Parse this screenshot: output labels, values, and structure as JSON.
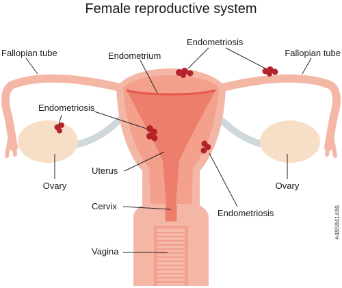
{
  "title": "Female reproductive system",
  "labels": {
    "fallopian_left": "Fallopian tube",
    "fallopian_right": "Fallopian tube",
    "endometrium": "Endometrium",
    "endometriosis_top": "Endometriosis",
    "endometriosis_left": "Endometriosis",
    "endometriosis_right": "Endometriosis",
    "ovary_left": "Ovary",
    "ovary_right": "Ovary",
    "uterus": "Uterus",
    "cervix": "Cervix",
    "vagina": "Vagina"
  },
  "stock_id": "#485841486",
  "colors": {
    "outer_tissue": "#f4b7a6",
    "uterus_wall": "#f3a08d",
    "cavity": "#ee7e6c",
    "endometrium_line": "#e4584a",
    "ovary": "#f6dfc6",
    "ligament": "#cfd8dc",
    "lesion": "#b3242a"
  }
}
